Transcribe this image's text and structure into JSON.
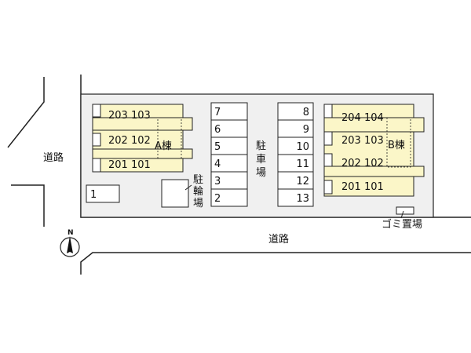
{
  "road_labels": {
    "left": "道路",
    "bottom": "道路"
  },
  "building_a": {
    "name": "A棟",
    "rows": [
      "203 103",
      "202 102",
      "201 101"
    ]
  },
  "building_b": {
    "name": "B棟",
    "rows": [
      "204 104",
      "203 103",
      "202 102",
      "201 101"
    ]
  },
  "parking": {
    "label": "駐車場",
    "left_column": [
      "7",
      "6",
      "5",
      "4",
      "3",
      "2"
    ],
    "right_column": [
      "8",
      "9",
      "10",
      "11",
      "12",
      "13"
    ],
    "single_space": "1"
  },
  "bike_parking": {
    "label": "駐輪場"
  },
  "garbage": {
    "label": "ゴミ置場"
  },
  "compass": {
    "label": "N"
  },
  "colors": {
    "building_fill": "#fbf6c8",
    "lot_fill": "#f0f0f0",
    "line": "#222222"
  }
}
